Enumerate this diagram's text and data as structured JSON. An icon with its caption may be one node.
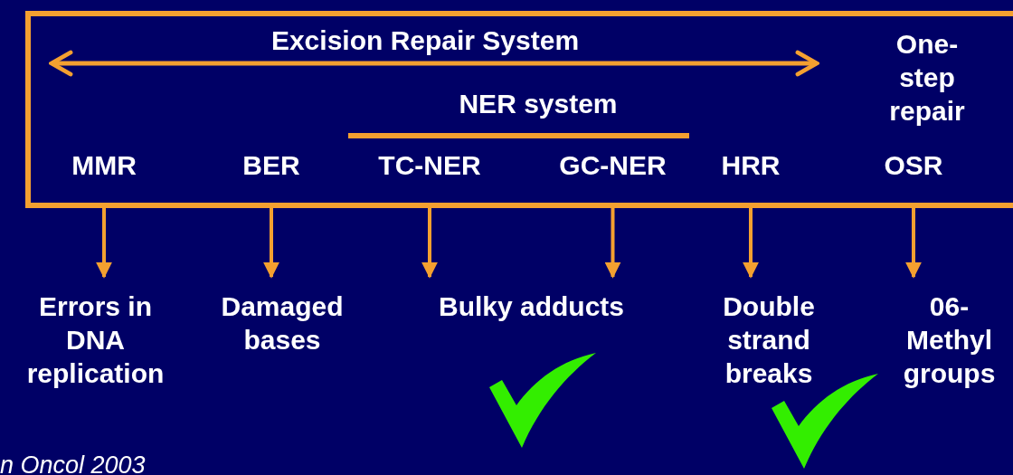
{
  "diagram": {
    "nodes": [
      {
        "text": [],
        "shape": "box"
      },
      {
        "text": [
          "MMR"
        ],
        "in": 0
      },
      {
        "text": [
          "BER"
        ],
        "in": 0
      },
      {
        "text": [
          "TC-NER"
        ],
        "in": 0
      },
      {
        "text": [
          "GC-NER"
        ],
        "in": 0
      },
      {
        "text": [
          "HRR"
        ],
        "in": 0
      },
      {
        "text": [
          "OSR"
        ],
        "in": 0
      },
      {
        "text": [
          "Errors in DNA replication"
        ]
      },
      {
        "text": [
          "Damaged bases"
        ]
      },
      {
        "text": [
          "Bulky adducts"
        ]
      },
      {
        "text": [
          "Double strand breaks"
        ]
      },
      {
        "text": [
          "06-Methyl groups"
        ]
      }
    ],
    "edges": [
      {
        "from": 1,
        "to": 7,
        "arrow": "to"
      },
      {
        "from": 2,
        "to": 8,
        "arrow": "to"
      },
      {
        "from": 3,
        "to": 9,
        "arrow": "to"
      },
      {
        "from": 4,
        "to": 9,
        "arrow": "to"
      },
      {
        "from": 5,
        "to": 10,
        "arrow": "to"
      },
      {
        "from": 6,
        "to": 11,
        "arrow": "to"
      }
    ],
    "labels": [
      "Excision Repair System",
      "One-step repair",
      "NER system",
      "n Oncol 2003"
    ]
  }
}
